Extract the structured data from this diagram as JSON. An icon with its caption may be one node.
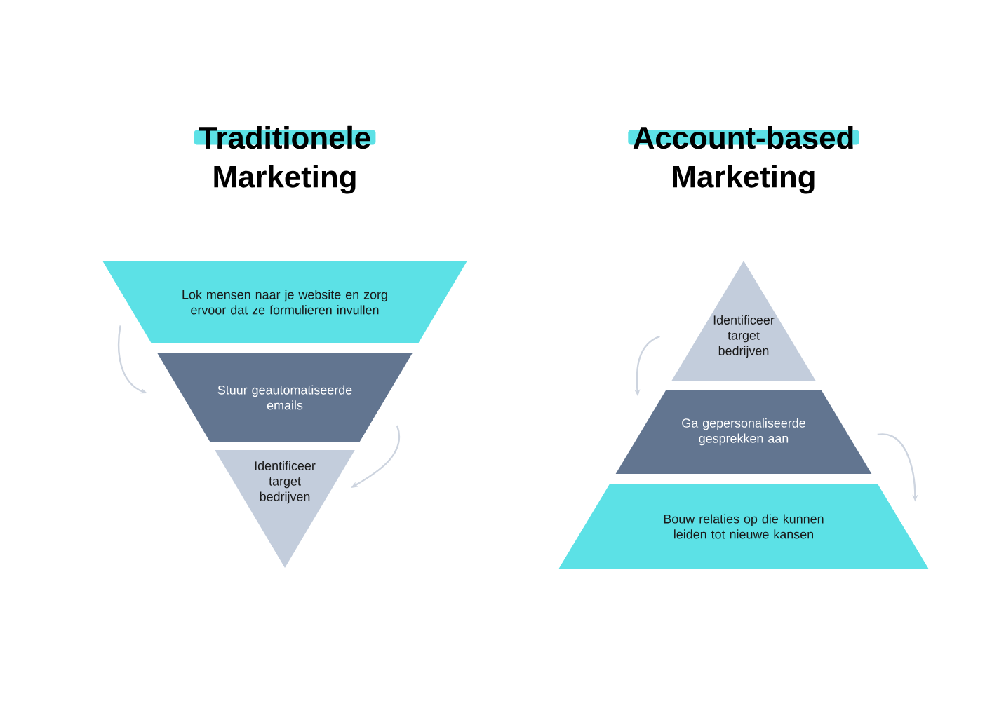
{
  "diagram": {
    "nodes": [
      {
        "text": [
          "Lok mensen naar je website en zorg ervoor dat ze formulieren invullen"
        ]
      },
      {
        "text": [
          "Stuur geautomatiseerde emails"
        ]
      },
      {
        "text": [
          "Identificeer target bedrijven"
        ]
      },
      {
        "text": [
          "Identificeer target bedrijven"
        ]
      },
      {
        "text": [
          "Ga gepersonaliseerde gesprekken aan"
        ]
      },
      {
        "text": [
          "Bouw relaties op die kunnen leiden tot nieuwe kansen"
        ]
      }
    ],
    "edges": [
      {
        "from": 0,
        "to": 1,
        "arrow": "to"
      },
      {
        "from": 1,
        "to": 2,
        "arrow": "to"
      },
      {
        "from": 3,
        "to": 4,
        "arrow": "to"
      },
      {
        "from": 4,
        "to": 5,
        "arrow": "to"
      }
    ],
    "labels": [
      "Traditionele",
      "Marketing",
      "Account-based",
      "Marketing"
    ]
  }
}
